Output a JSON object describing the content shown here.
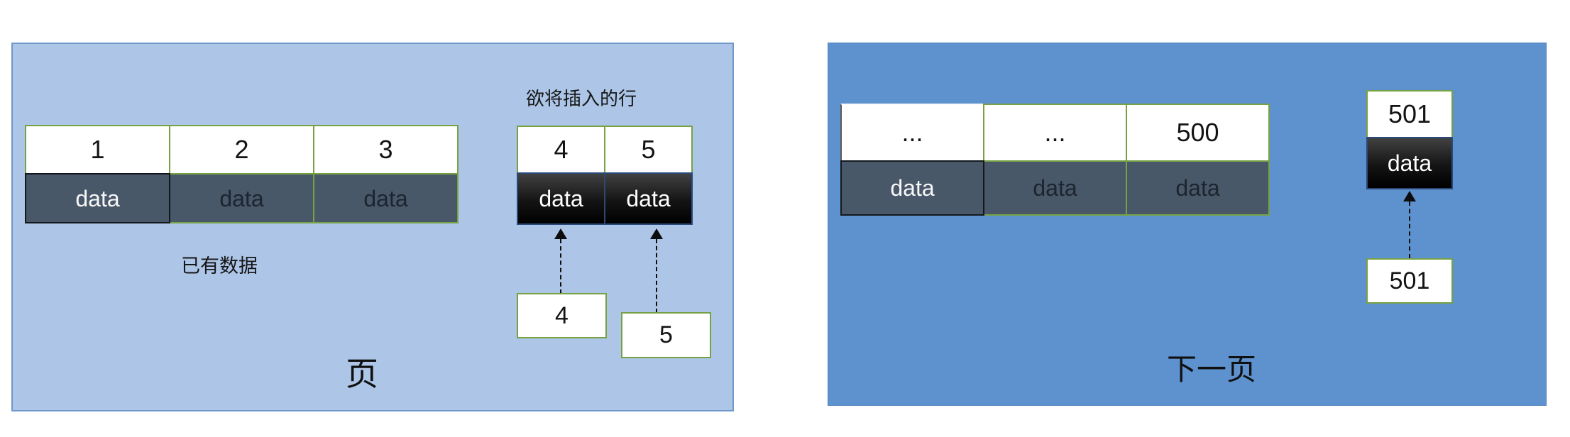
{
  "colors": {
    "left_panel_bg": "#adc6e7",
    "left_panel_border": "#6e98c9",
    "right_panel_bg": "#5e92ce",
    "table_border_green": "#76a243",
    "slate_cell_bg": "#485869",
    "dark_cell_border": "#2b4a7a",
    "first_cell_border": "#14181d",
    "arrow_color": "#0d0d0d"
  },
  "left_panel": {
    "page_label": "页",
    "existing_data_note": "已有数据",
    "insert_note": "欲将插入的行",
    "main_table": {
      "headers": [
        "1",
        "2",
        "3"
      ],
      "data_row": [
        "data",
        "data",
        "data"
      ]
    },
    "insert_table": {
      "headers": [
        "4",
        "5"
      ],
      "data_row": [
        "data",
        "data"
      ]
    },
    "pending_boxes": [
      "4",
      "5"
    ]
  },
  "right_panel": {
    "page_label": "下一页",
    "main_table": {
      "headers": [
        "...",
        "...",
        "500"
      ],
      "data_row": [
        "data",
        "data",
        "data"
      ]
    },
    "insert_column": {
      "header": "501",
      "data_cell": "data"
    },
    "pending_boxes": [
      "501"
    ]
  }
}
